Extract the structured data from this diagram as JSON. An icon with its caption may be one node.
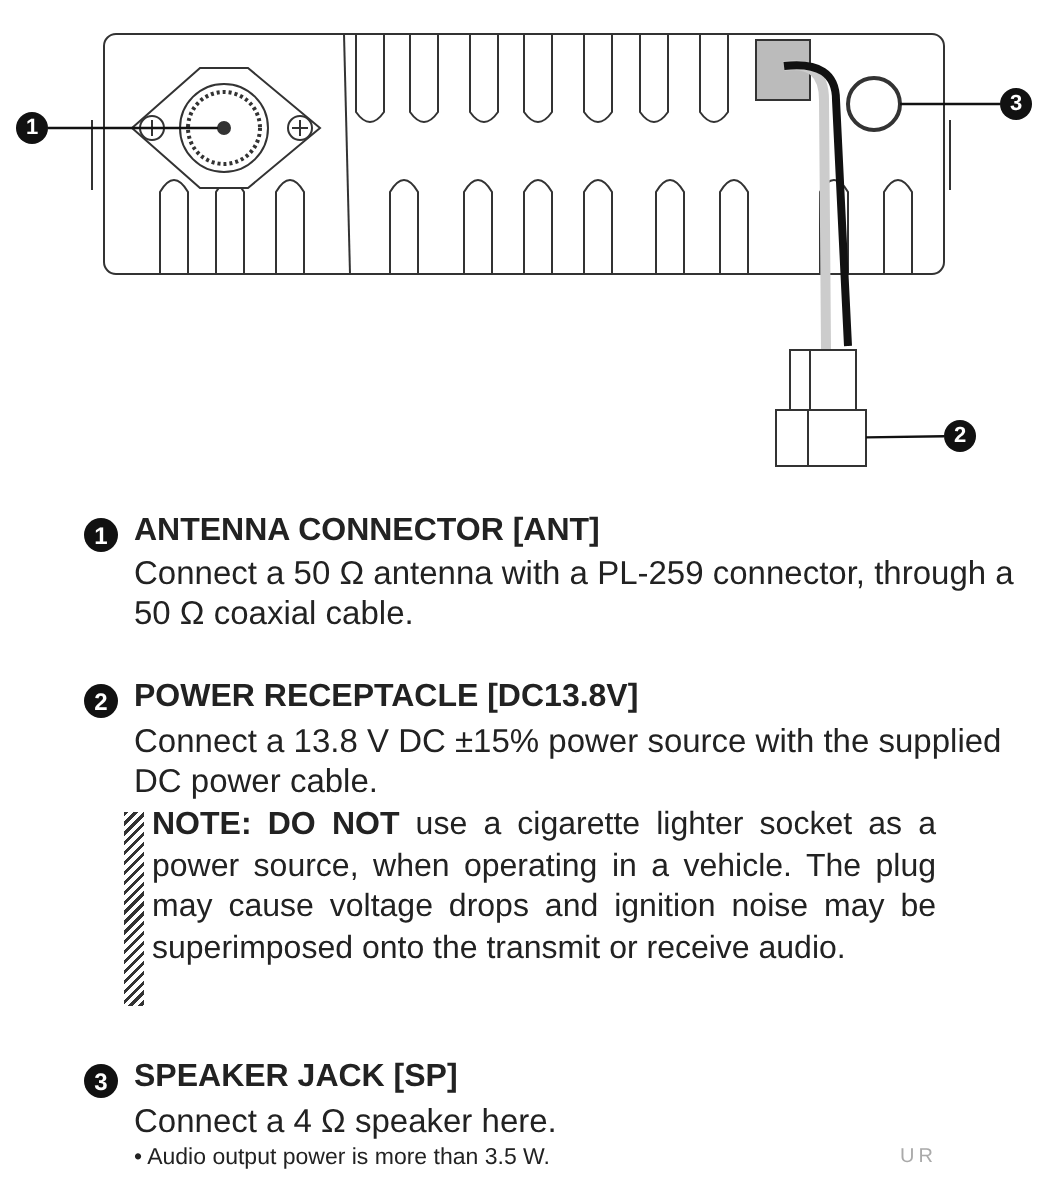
{
  "diagram": {
    "nodes": [
      {
        "text": [
          "1"
        ]
      },
      {
        "text": [],
        "shape": "circle"
      },
      {
        "text": [],
        "shape": "circle"
      },
      {
        "text": [
          "3"
        ]
      },
      {
        "text": [],
        "shape": "box"
      },
      {
        "text": [
          "2"
        ]
      },
      {
        "text": [
          "1"
        ]
      },
      {
        "text": [
          "2"
        ]
      },
      {
        "text": [
          "3"
        ]
      }
    ],
    "edges": [
      {
        "from": 0,
        "to": 1,
        "arrow": "none"
      },
      {
        "from": 3,
        "to": 2,
        "arrow": "none"
      },
      {
        "from": 5,
        "to": 4,
        "arrow": "none"
      }
    ],
    "labels": [
      "ANTENNA CONNECTOR [ANT]",
      "Connect a 50 Ω antenna with a PL-259 connector, through a 50 Ω coaxial cable.",
      "POWER RECEPTACLE [DC13.8V]",
      "Connect a 13.8 V DC ±15% power source with the supplied DC power cable.",
      "**NOTE: DO NOT** use a cigarette lighter socket as a power source, when operating in a vehicle. The plug may cause voltage drops and ignition noise may be superimposed onto the transmit or receive audio.",
      "SPEAKER JACK [SP]",
      "Connect a 4 Ω speaker here.",
      "• Audio output power is more than 3.5 W.",
      "UR"
    ]
  }
}
